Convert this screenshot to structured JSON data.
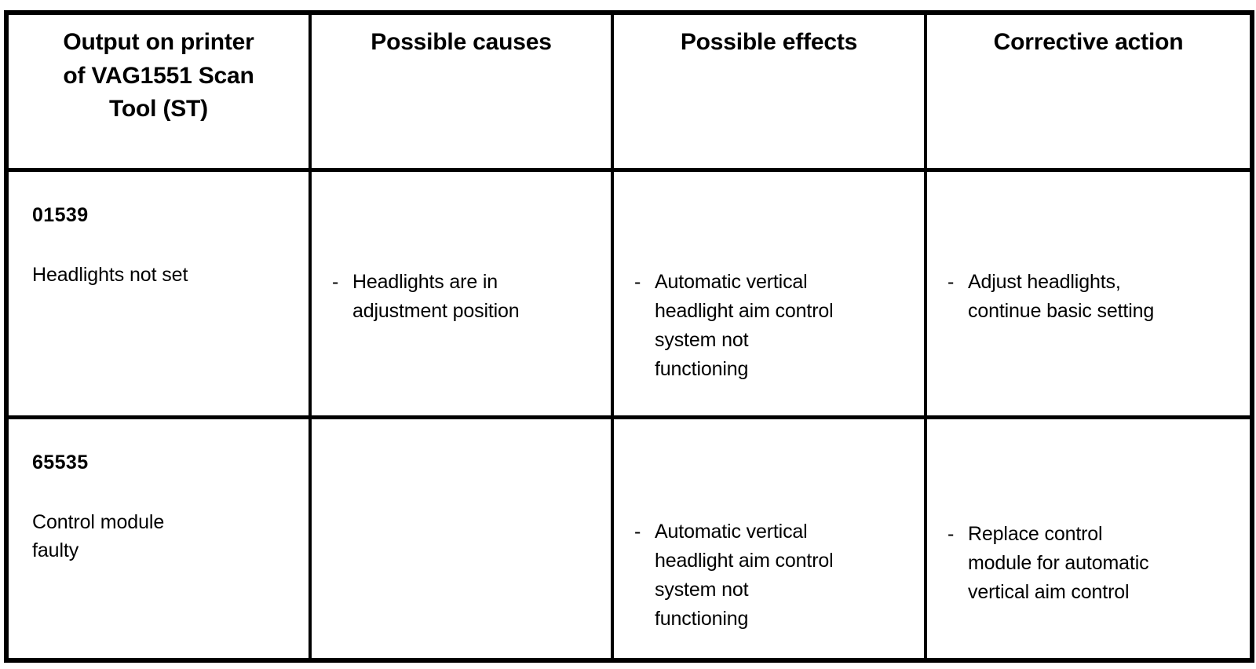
{
  "document": {
    "type": "fault-code-table",
    "background_color": "#ffffff",
    "text_color": "#000000",
    "border_color": "#000000"
  },
  "table": {
    "headers": [
      "Output on printer\nof  VAG1551 Scan\nTool (ST)",
      "Possible causes",
      "Possible effects",
      "Corrective action"
    ],
    "rows": [
      {
        "code": "01539",
        "description": "Headlights not set",
        "possible_causes": [
          {
            "marker": "-",
            "text": "Headlights are in\nadjustment position"
          }
        ],
        "possible_effects": [
          {
            "marker": "-",
            "text": "Automatic vertical\nheadlight aim control\nsystem not\nfunctioning"
          }
        ],
        "corrective_action": [
          {
            "marker": "-",
            "text": "Adjust headlights,\ncontinue basic setting"
          }
        ]
      },
      {
        "code": "65535",
        "description": "Control module\nfaulty",
        "possible_causes": [],
        "possible_effects": [
          {
            "marker": "-",
            "text": "Automatic vertical\nheadlight aim control\nsystem not\nfunctioning"
          }
        ],
        "corrective_action": [
          {
            "marker": "-",
            "text": "Replace control\nmodule for automatic\nvertical aim control"
          }
        ]
      }
    ]
  }
}
